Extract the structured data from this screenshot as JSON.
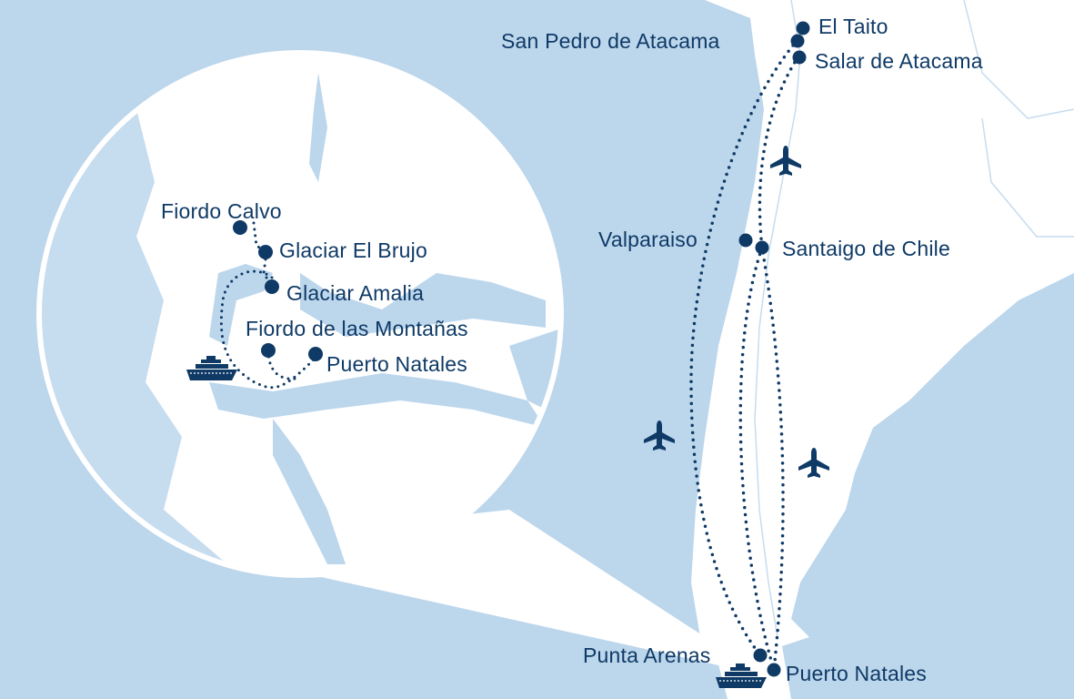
{
  "colors": {
    "water": "#bcd6ec",
    "land": "#ffffff",
    "route": "#0f3a66"
  },
  "main_map": {
    "stops": [
      {
        "label": "El Taito"
      },
      {
        "label": "San Pedro de Atacama"
      },
      {
        "label": "Salar de Atacama"
      },
      {
        "label": "Valparaiso"
      },
      {
        "label": "Santaigo de Chile"
      },
      {
        "label": "Punta Arenas"
      },
      {
        "label": "Puerto Natales"
      }
    ],
    "icons": [
      "plane-icon",
      "plane-icon",
      "plane-icon",
      "ship-icon"
    ]
  },
  "inset_map": {
    "stops": [
      {
        "label": "Fiordo Calvo"
      },
      {
        "label": "Glaciar El Brujo"
      },
      {
        "label": "Glaciar Amalia"
      },
      {
        "label": "Fiordo de las Montañas"
      },
      {
        "label": "Puerto Natales"
      }
    ],
    "icons": [
      "ship-icon"
    ]
  }
}
